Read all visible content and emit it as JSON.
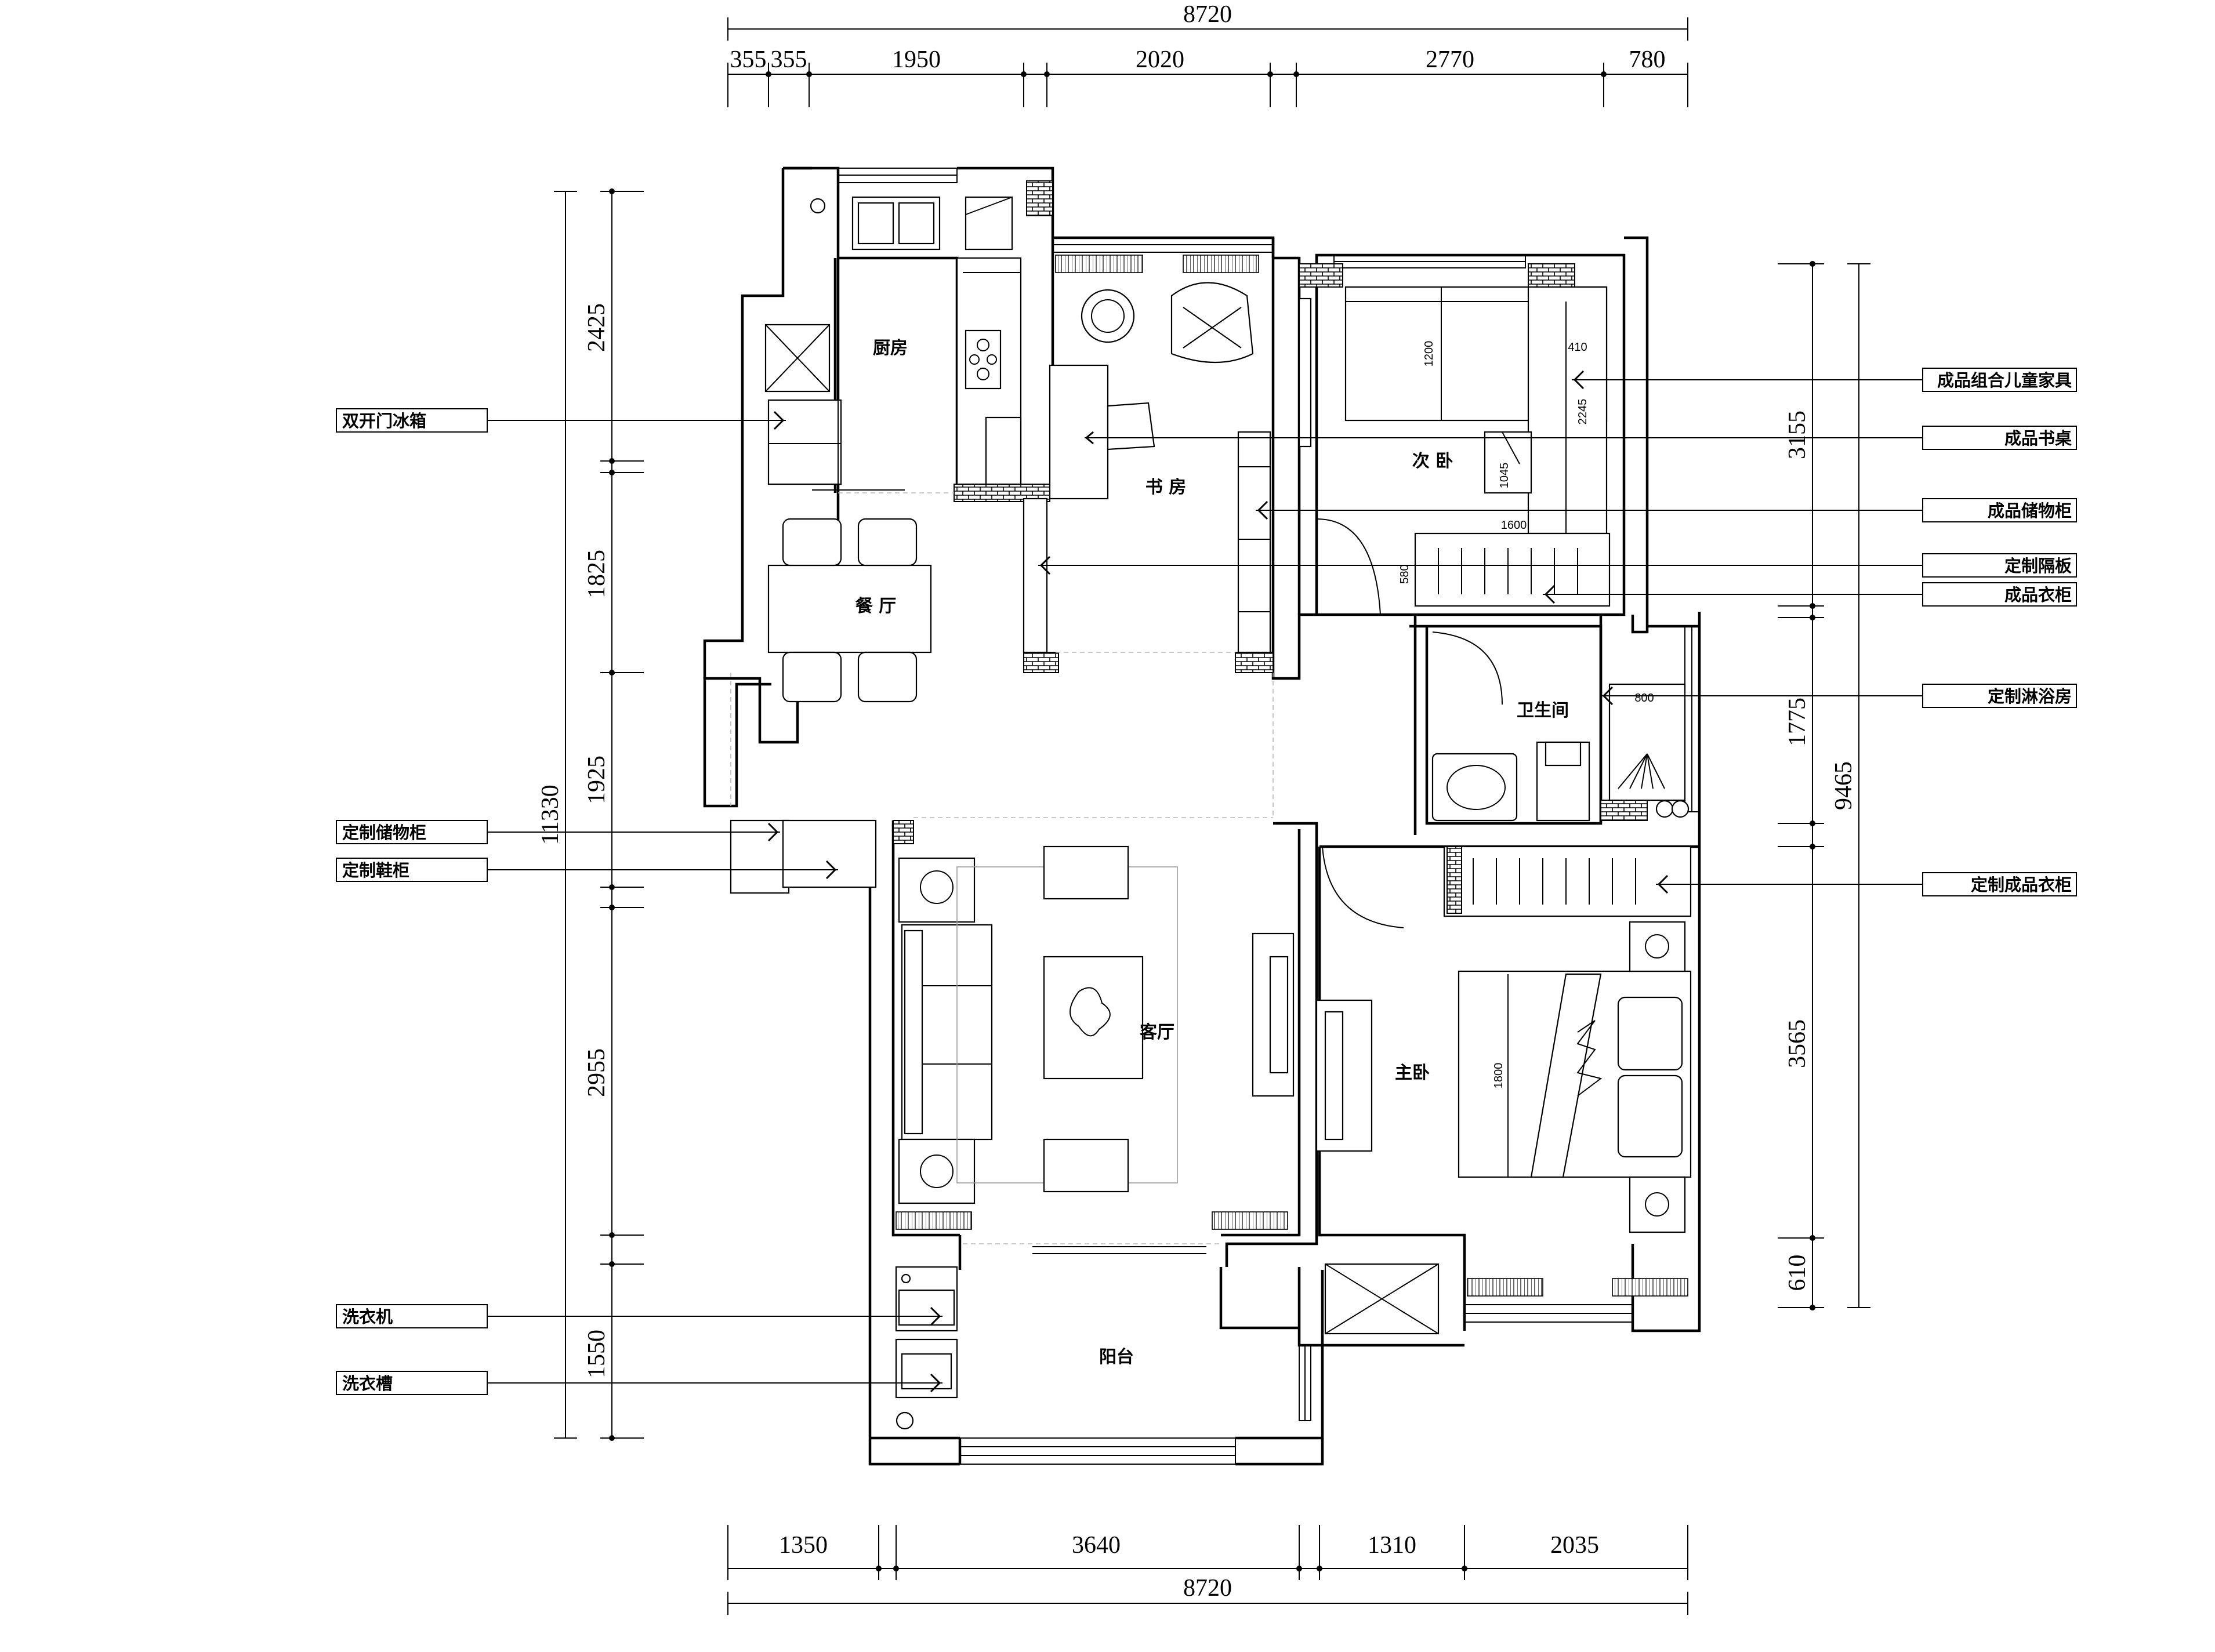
{
  "dimensions": {
    "top_total": "8720",
    "top": [
      "355",
      "355",
      "1950",
      "2020",
      "2770",
      "780"
    ],
    "bottom": [
      "1350",
      "3640",
      "1310",
      "2035"
    ],
    "bottom_total": "8720",
    "left_total": "11330",
    "left": [
      "2425",
      "1825",
      "1925",
      "2955",
      "1550"
    ],
    "right_total": "9465",
    "right": [
      "3155",
      "1775",
      "3565",
      "610"
    ]
  },
  "rooms": {
    "kitchen": "厨房",
    "study": "书 房",
    "second_bedroom": "次 卧",
    "dining": "餐 厅",
    "bathroom": "卫生间",
    "living": "客厅",
    "master_bedroom": "主卧",
    "balcony": "阳台"
  },
  "inner_dims": {
    "bed2_width": "1200",
    "bed2_side": "410",
    "bed2_length": "2245",
    "desk_size": "1045",
    "wardrobe_width": "1600",
    "wardrobe_depth": "580",
    "shower": "800",
    "master_bed": "1800"
  },
  "labels_left": [
    "双开门冰箱",
    "定制储物柜",
    "定制鞋柜",
    "洗衣机",
    "洗衣槽"
  ],
  "labels_right": [
    "成品组合儿童家具",
    "成品书桌",
    "成品储物柜",
    "定制隔板",
    "成品衣柜",
    "定制淋浴房",
    "定制成品衣柜"
  ]
}
